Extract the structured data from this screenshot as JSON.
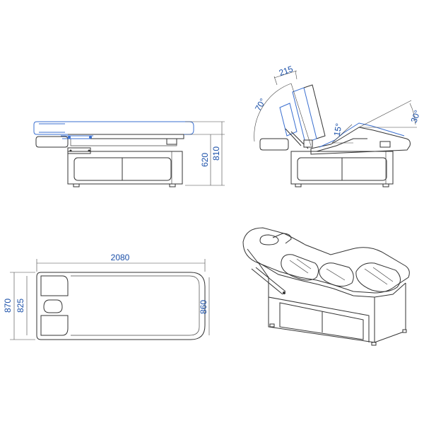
{
  "dimensions": {
    "seat_height": "620",
    "overall_height": "810",
    "backrest_length": "215",
    "backrest_angle": "70°",
    "leg_angle": "30°",
    "seat_angle": "15°",
    "length": "2080",
    "width_total": "870",
    "width_inner": "825",
    "width_foot": "860"
  },
  "colors": {
    "dimension_text": "#1a4fa8",
    "outline": "#333333",
    "highlight": "#3a6fd0"
  }
}
